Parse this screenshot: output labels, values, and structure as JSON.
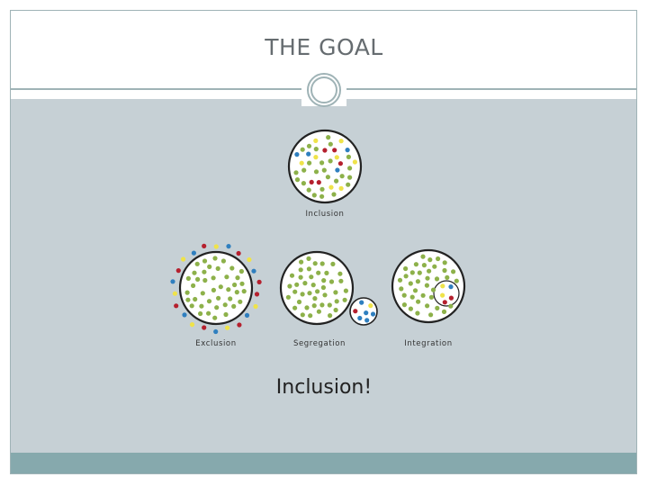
{
  "slide": {
    "title": "THE GOAL",
    "caption": "Inclusion!"
  },
  "diagram": {
    "labels": {
      "inclusion": "Inclusion",
      "exclusion": "Exclusion",
      "segregation": "Segregation",
      "integration": "Integration"
    },
    "colors": {
      "green": "#8db14a",
      "red": "#b5202e",
      "blue": "#2f7fbf",
      "yellow": "#efe34a",
      "circle_stroke": "#222222",
      "circle_fill": "#ffffff"
    }
  },
  "theme": {
    "frame": "#9fb3b6",
    "content_bg": "#c6d0d5",
    "footer_band": "#86a9ad",
    "title_color": "#666c70"
  }
}
